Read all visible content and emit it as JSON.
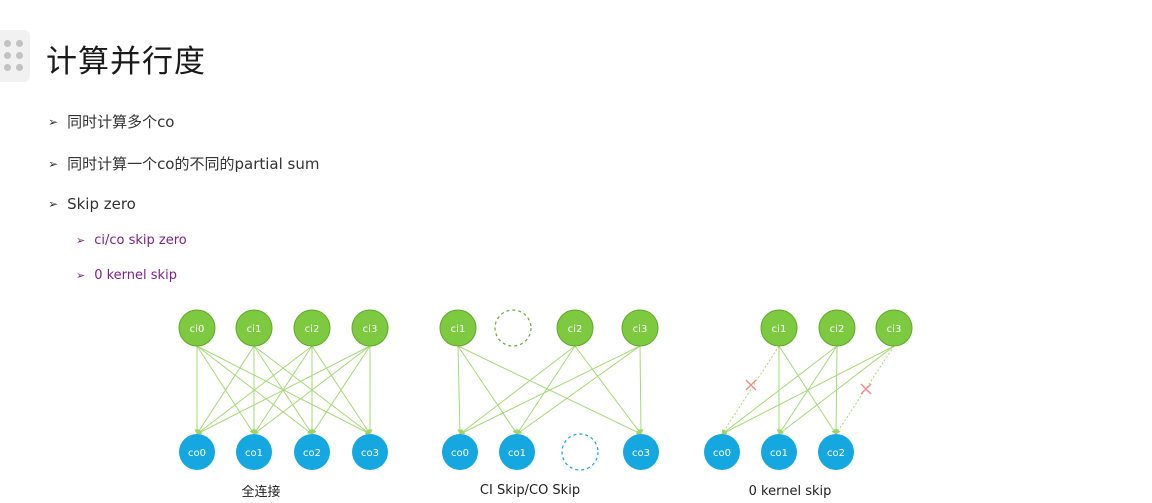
{
  "title": "计算并行度",
  "bullets": [
    "同时计算多个co",
    "同时计算一个co的不同的partial sum",
    "Skip zero"
  ],
  "sub_bullets": [
    "ci/co skip zero",
    "0 kernel skip"
  ],
  "colors": {
    "input_node": "#7dc93f",
    "output_node": "#15a8e0",
    "edge": "#a6d97a",
    "skip_mark": "#f08a8a",
    "sub_bullet": "#7b2286"
  },
  "diagrams": [
    {
      "caption": "全连接",
      "inputs": [
        "ci0",
        "ci1",
        "ci2",
        "ci3"
      ],
      "outputs": [
        "co0",
        "co1",
        "co2",
        "co3"
      ]
    },
    {
      "caption": "CI Skip/CO Skip",
      "inputs": [
        "ci1",
        "",
        "ci2",
        "ci3"
      ],
      "outputs": [
        "co0",
        "co1",
        "",
        "co3"
      ]
    },
    {
      "caption": "0 kernel skip",
      "inputs": [
        "ci1",
        "ci2",
        "ci3"
      ],
      "outputs": [
        "co0",
        "co1",
        "co2"
      ]
    }
  ]
}
